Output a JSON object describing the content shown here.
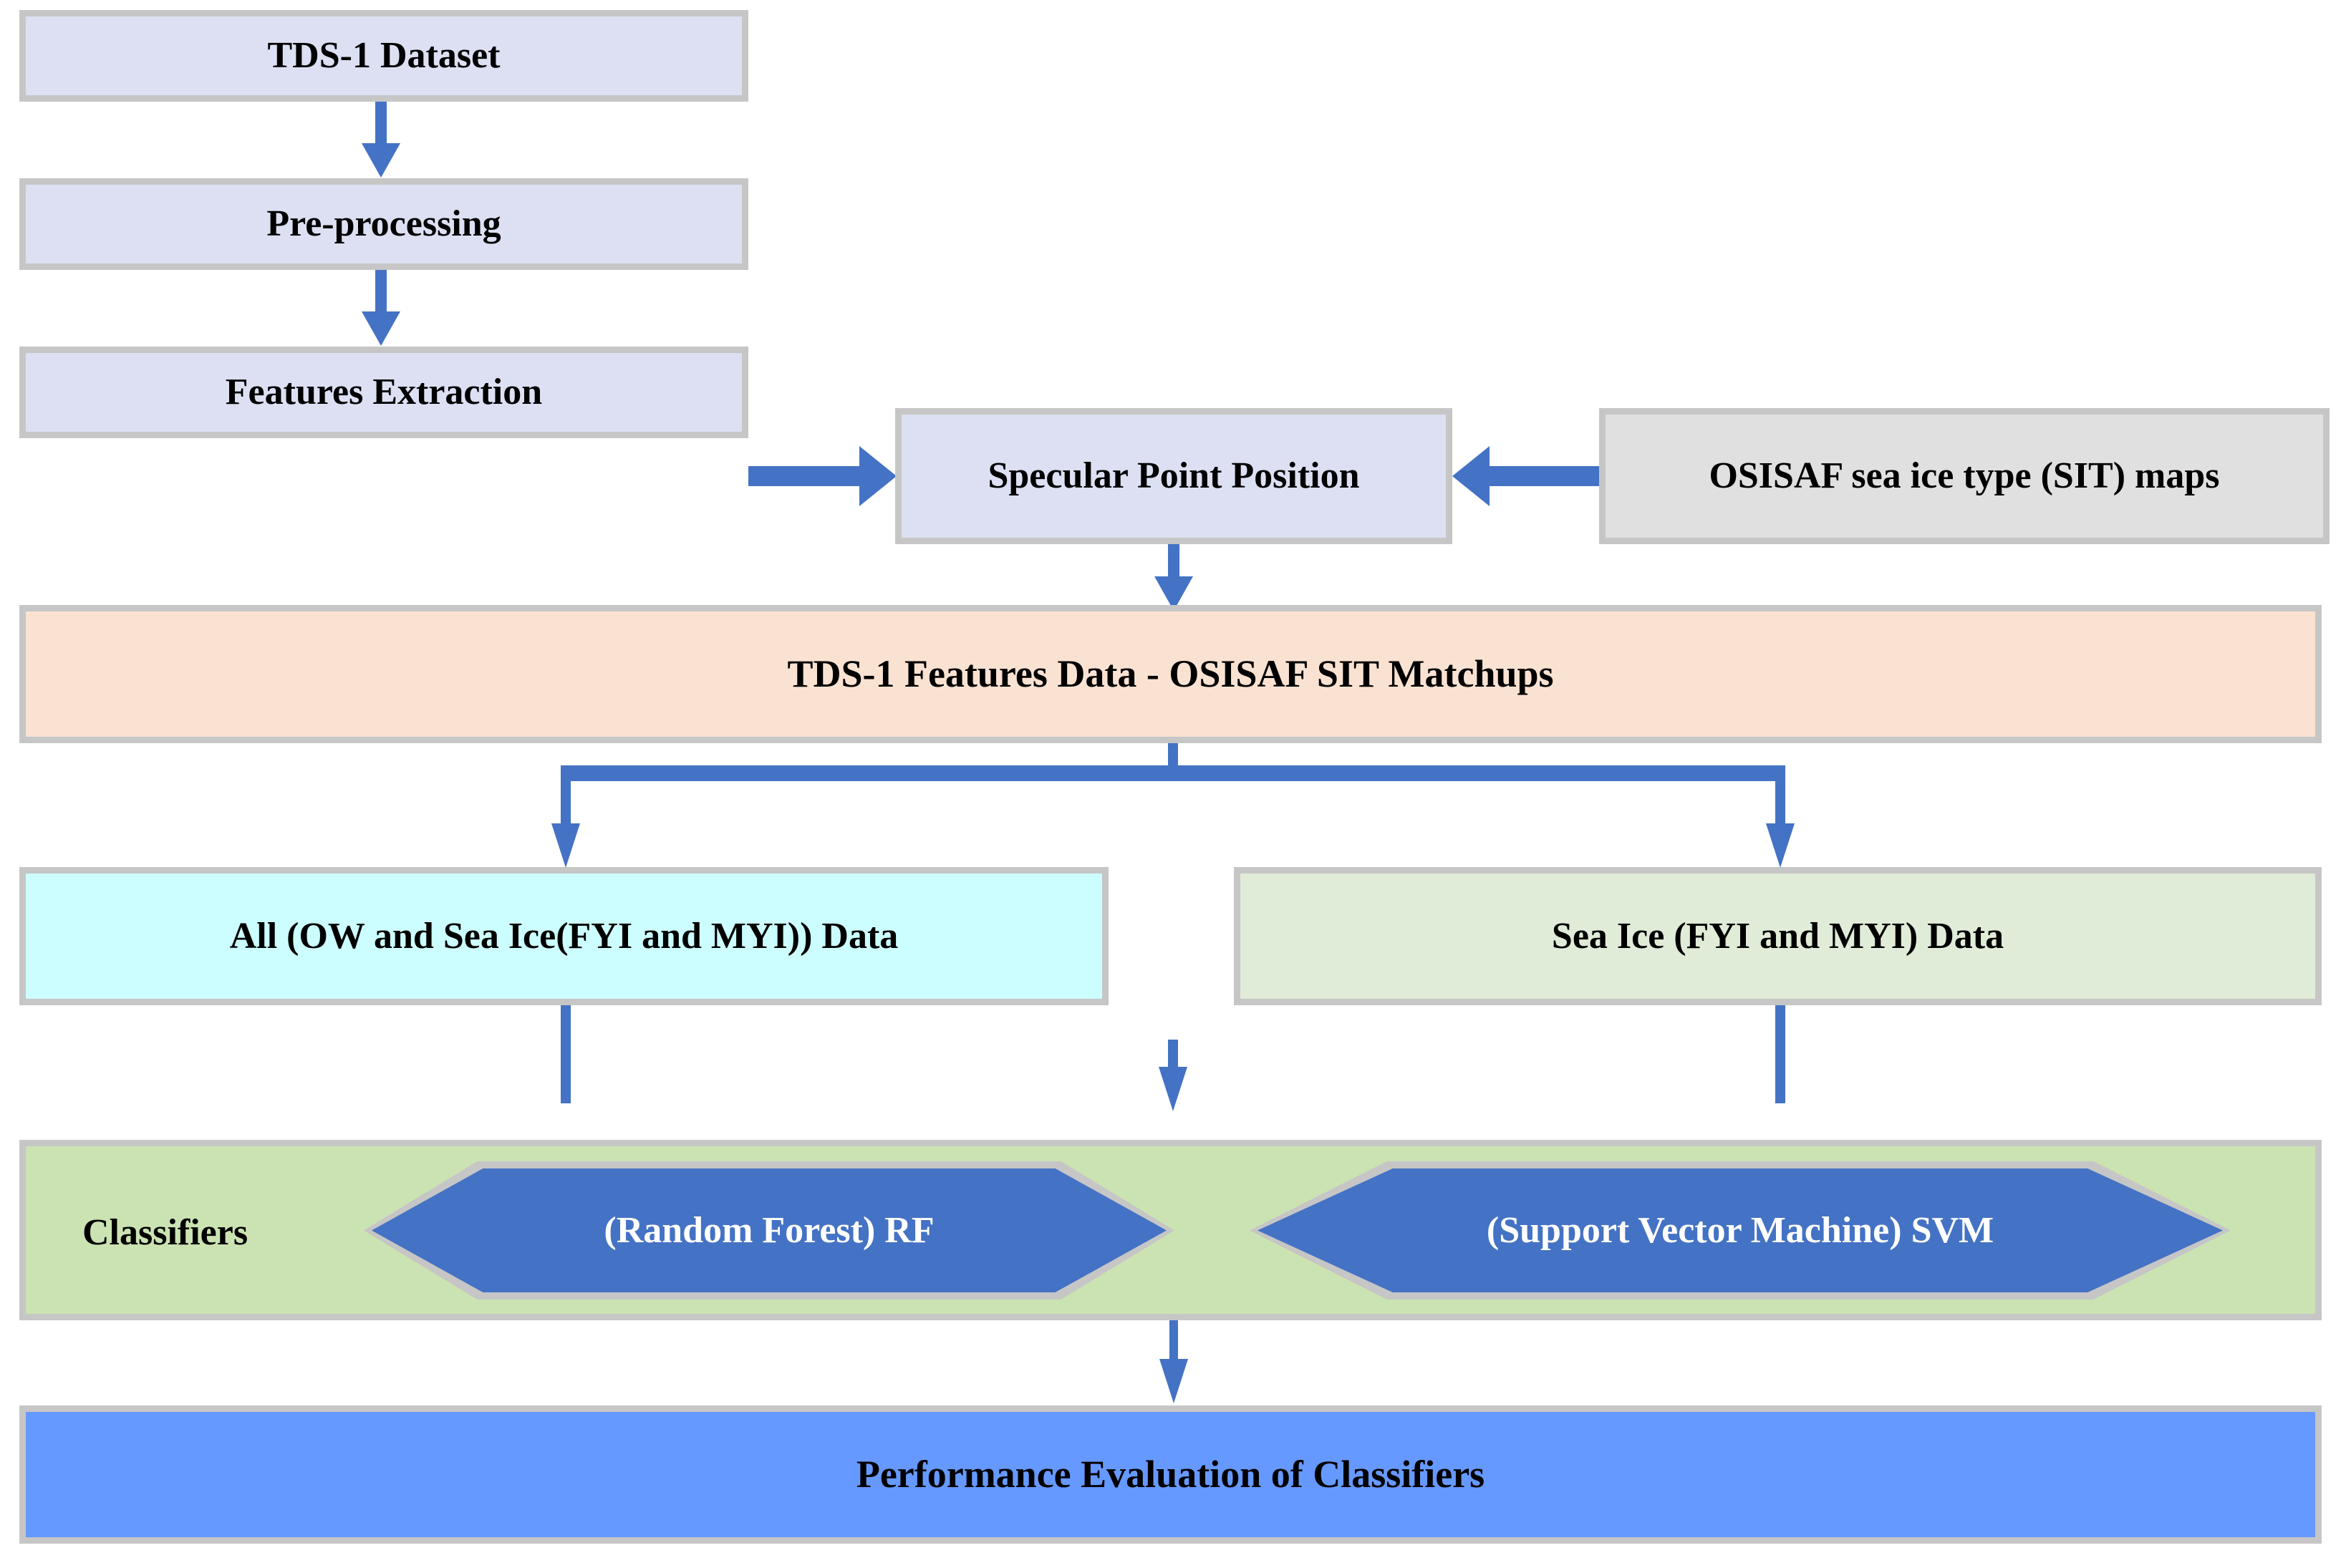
{
  "diagram": {
    "title": "TDS-1 GNSS-R Sea Ice Type Classification Workflow",
    "colors": {
      "border_gray": "#c6c6c6",
      "connector_blue": "#4472c4",
      "lavender": "#dce0f2",
      "gray": "#e0e0e0",
      "peach": "#fae2d2",
      "cyan": "#ccfdff",
      "pale_green": "#e0ecd7",
      "green_band": "#cbe3b2",
      "blue_band": "#6699ff",
      "hex_blue": "#4472c4",
      "hex_text": "#ffffff"
    },
    "nodes": {
      "dataset": "TDS-1 Dataset",
      "preprocessing": "Pre-processing",
      "features_extraction": "Features Extraction",
      "specular_point": "Specular Point Position",
      "osisaf_maps": "OSISAF sea ice type (SIT) maps",
      "matchups": "TDS-1 Features Data - OSISAF SIT Matchups",
      "all_data": "All (OW and Sea Ice(FYI and MYI)) Data",
      "sea_ice_data": "Sea Ice (FYI and MYI) Data",
      "classifiers_label": "Classifiers",
      "classifier_rf": "(Random Forest) RF",
      "classifier_svm": "(Support Vector Machine) SVM",
      "performance": "Performance Evaluation of Classifiers"
    },
    "edges": [
      {
        "from": "dataset",
        "to": "preprocessing",
        "direction": "down"
      },
      {
        "from": "preprocessing",
        "to": "features_extraction",
        "direction": "down"
      },
      {
        "from": "features_extraction",
        "to": "specular_point",
        "direction": "right"
      },
      {
        "from": "osisaf_maps",
        "to": "specular_point",
        "direction": "left"
      },
      {
        "from": "specular_point",
        "to": "matchups",
        "direction": "down"
      },
      {
        "from": "matchups",
        "to": "all_data",
        "direction": "down-split-left"
      },
      {
        "from": "matchups",
        "to": "sea_ice_data",
        "direction": "down-split-right"
      },
      {
        "from": "all_data",
        "to": "classifiers",
        "direction": "down-merge-left"
      },
      {
        "from": "sea_ice_data",
        "to": "classifiers",
        "direction": "down-merge-right"
      },
      {
        "from": "classifiers",
        "to": "performance",
        "direction": "down"
      }
    ]
  }
}
